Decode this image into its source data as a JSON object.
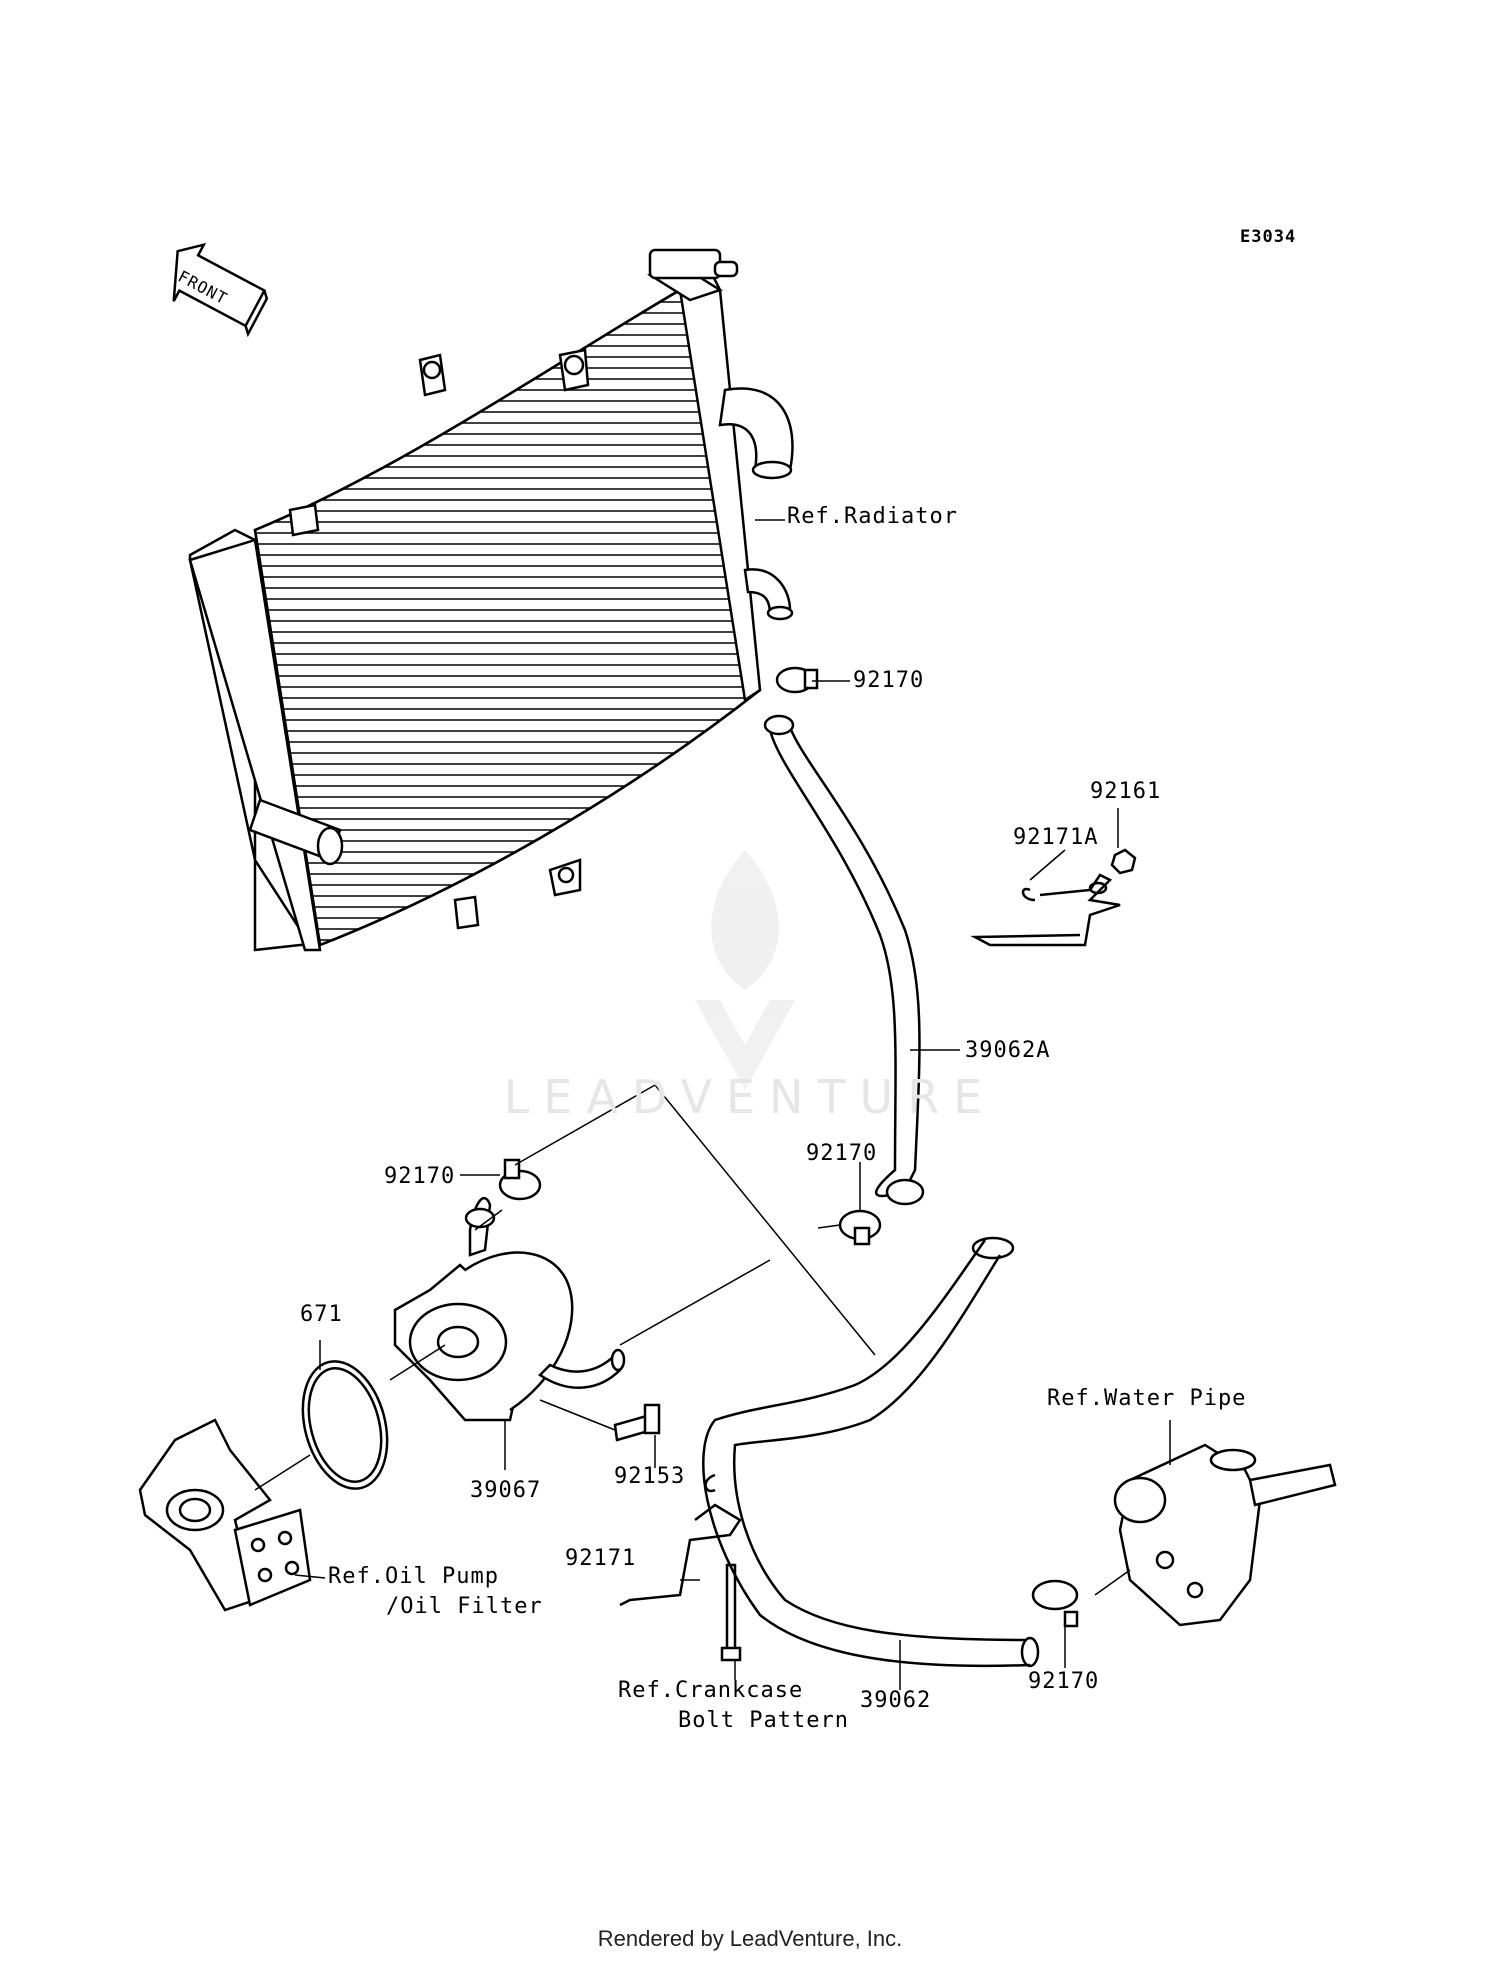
{
  "diagram_code": "E3034",
  "front_label": "FRONT",
  "watermark": "LEADVENTURE",
  "footer": "Rendered by LeadVenture, Inc.",
  "labels": {
    "ref_radiator": "Ref.Radiator",
    "p92170_a": "92170",
    "p92161": "92161",
    "p92171a": "92171A",
    "p39062a": "39062A",
    "p92170_b": "92170",
    "p92170_c": "92170",
    "p671": "671",
    "ref_water_pipe": "Ref.Water Pipe",
    "p39067": "39067",
    "p92153": "92153",
    "ref_oil_pump": "Ref.Oil Pump",
    "ref_oil_filter": "/Oil Filter",
    "p92171": "92171",
    "ref_crankcase": "Ref.Crankcase",
    "bolt_pattern": "Bolt Pattern",
    "p39062": "39062",
    "p92170_d": "92170"
  }
}
